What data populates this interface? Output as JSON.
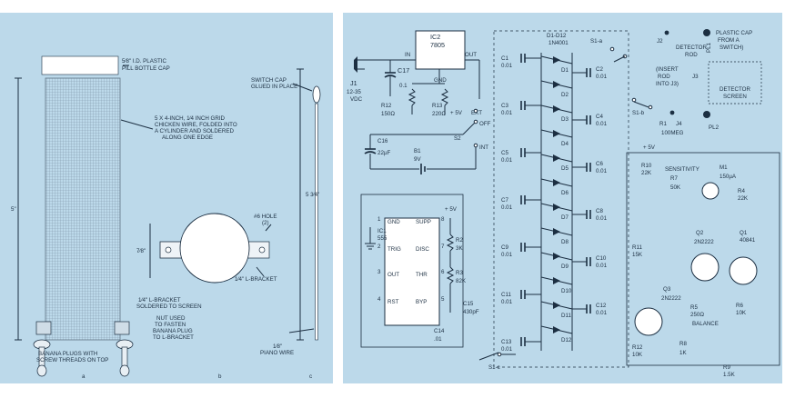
{
  "left": {
    "bottle_cap": "5⁄8\" I.D. PLASTIC PILL BOTTLE CAP",
    "grid": "5 X 4-INCH, 1⁄4 INCH GRID CHICKEN WIRE, FOLDED INTO A CYLINDER AND SOLDERED ALONG ONE EDGE",
    "switch_cap": "SWITCH CAP GLUED IN PLACE",
    "hole": "#6 HOLE (2)",
    "dim_height": "5\"",
    "dim_rod": "5 3⁄4\"",
    "dim_disc": "7⁄8\"",
    "l_bracket": "1⁄4\" L-BRACKET",
    "l_bracket_soldered": "1⁄4\" L-BRACKET SOLDERED TO SCREEN",
    "nut": "NUT USED TO FASTEN BANANA PLUG TO L-BRACKET",
    "banana": "BANANA PLUGS WITH SCREW THREADS ON TOP",
    "piano_wire": "1⁄8\" PIANO WIRE",
    "label_a": "a",
    "label_b": "b",
    "label_c": "c"
  },
  "right": {
    "ic2": "IC2",
    "ic2_part": "7805",
    "in": "IN",
    "out": "OUT",
    "gnd": "GND",
    "j1": "J1",
    "j1_volt": "12-35 VDC",
    "c17": "C17",
    "c17_val": "0.1",
    "r12": "R12",
    "r12_val": "150Ω",
    "r13": "R13",
    "r13_val": "220Ω",
    "plus5v": "+ 5V",
    "ext": "EXT",
    "off": "OFF",
    "int": "INT",
    "s2": "S2",
    "c16": "C16",
    "c16_val": "22µF",
    "b1": "B1",
    "b1_val": "9V",
    "ic1": "IC1",
    "ic1_part": "555",
    "ic1_pins": [
      "GND",
      "SUPP",
      "TRIG",
      "DISC",
      "OUT",
      "THR",
      "RST",
      "BYP"
    ],
    "ic1_pin_nums": [
      "1",
      "8",
      "2",
      "7",
      "3",
      "6",
      "4",
      "5"
    ],
    "r2": "R2",
    "r2_val": "3K",
    "r3": "R3",
    "r3_val": "82K",
    "c15": "C15",
    "c15_val": "430pF",
    "c14": "C14",
    "c14_val": ".01",
    "diodes_title": "D1-D12",
    "diodes_part": "1N4001",
    "diodes": [
      "D1",
      "D2",
      "D3",
      "D4",
      "D5",
      "D6",
      "D7",
      "D8",
      "D9",
      "D10",
      "D11",
      "D12"
    ],
    "caps_left": [
      "C1",
      "C3",
      "C5",
      "C7",
      "C9",
      "C11",
      "C13"
    ],
    "caps_right": [
      "C2",
      "C4",
      "C6",
      "C8",
      "C10",
      "C12"
    ],
    "cap_val": "0.01",
    "s1a": "S1-a",
    "s1b": "S1-b",
    "s1c": "S1-c",
    "j2": "J2",
    "j3": "J3",
    "j4": "J4",
    "pl1": "PL1",
    "pl2": "PL2",
    "plastic_cap": "PLASTIC CAP FROM A SWITCH",
    "detector_rod": "DETECTOR ROD",
    "insert_rod": "(INSERT ROD INTO J3)",
    "detector_screen": "DETECTOR SCREEN",
    "r1": "R1",
    "r1_val": "100MEG",
    "sensitivity": "SENSITIVITY",
    "r7": "R7",
    "r7_val": "50K",
    "m1": "M1",
    "m1_val": "150µA",
    "r10": "R10",
    "r10_val": "22K",
    "r4": "R4",
    "r4_val": "22K",
    "q1": "Q1",
    "q1_part": "40841",
    "q2": "Q2",
    "q2_part": "2N2222",
    "q3": "Q3",
    "q3_part": "2N2222",
    "r11": "R11",
    "r11_val": "15K",
    "r5": "R5",
    "r5_val": "250Ω",
    "balance": "BALANCE",
    "r6": "R6",
    "r6_val": "10K",
    "r8": "R8",
    "r8_val": "1K",
    "r9": "R9",
    "r9_val": "1.5K",
    "r12b": "R12",
    "r12b_val": "10K"
  }
}
